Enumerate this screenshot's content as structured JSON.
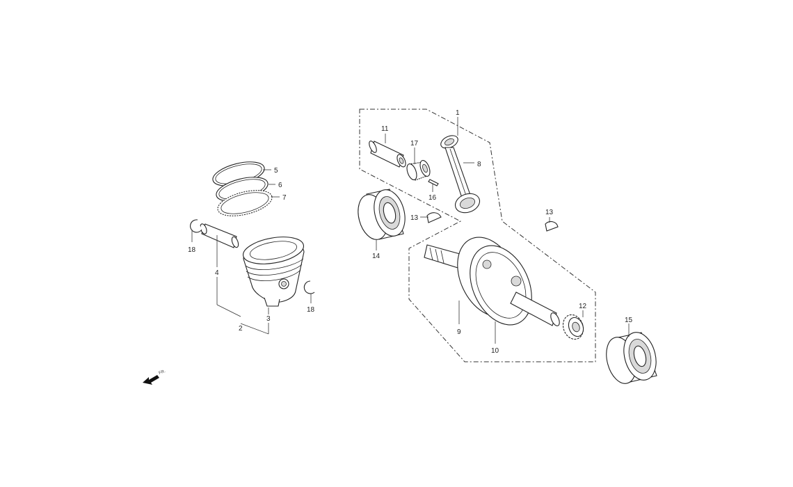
{
  "callouts": {
    "c1": "1",
    "c2": "2",
    "c3": "3",
    "c4": "4",
    "c5": "5",
    "c6": "6",
    "c7": "7",
    "c8": "8",
    "c9": "9",
    "c10": "10",
    "c11": "11",
    "c12": "12",
    "c13a": "13",
    "c13b": "13",
    "c14": "14",
    "c15": "15",
    "c16": "16",
    "c17": "17",
    "c18a": "18",
    "c18b": "18"
  },
  "direction_marker": {
    "text": "FR.",
    "icon": "front-arrow-icon"
  }
}
